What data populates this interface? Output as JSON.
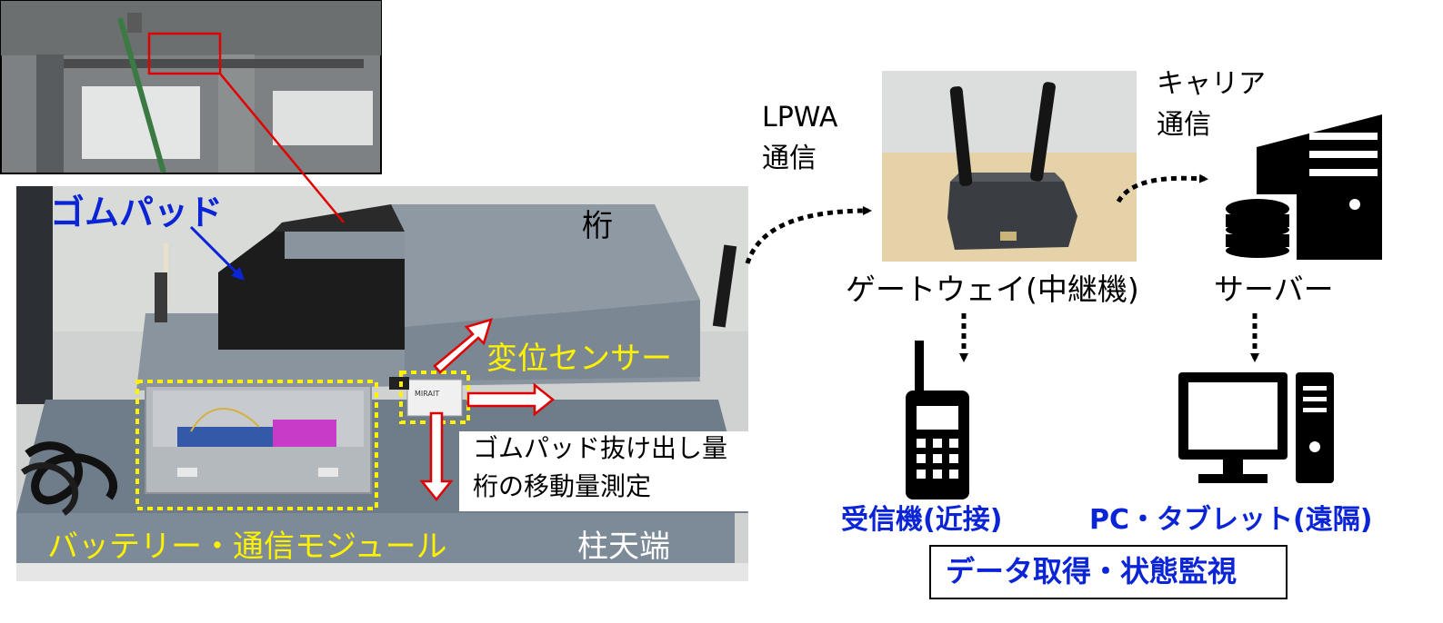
{
  "photo_labels": {
    "rubber_pad": "ゴムパッド",
    "girder": "桁",
    "displacement_sensor": "変位センサー",
    "measurement_line1": "ゴムパッド抜け出し量",
    "measurement_line2": "桁の移動量測定",
    "battery_module": "バッテリー・通信モジュール",
    "column_top": "柱天端",
    "device_brand": "MIRAIT"
  },
  "system_labels": {
    "lpwa_line1": "LPWA",
    "lpwa_line2": "通信",
    "carrier_line1": "キャリア",
    "carrier_line2": "通信",
    "gateway": "ゲートウェイ(中継機)",
    "server": "サーバー",
    "receiver": "受信機(近接)",
    "pc_tablet": "PC・タブレット(遠隔)",
    "data_acquisition": "データ取得・状態監視"
  },
  "colors": {
    "blue_text": "#0a24d6",
    "yellow_text": "#fff200",
    "red_arrow": "#e00000",
    "photo_gray": "#8a949f"
  },
  "icons": [
    "bridge-photo-inset",
    "server-database-icon",
    "handheld-radio-icon",
    "desktop-pc-icon",
    "gateway-router-photo"
  ]
}
